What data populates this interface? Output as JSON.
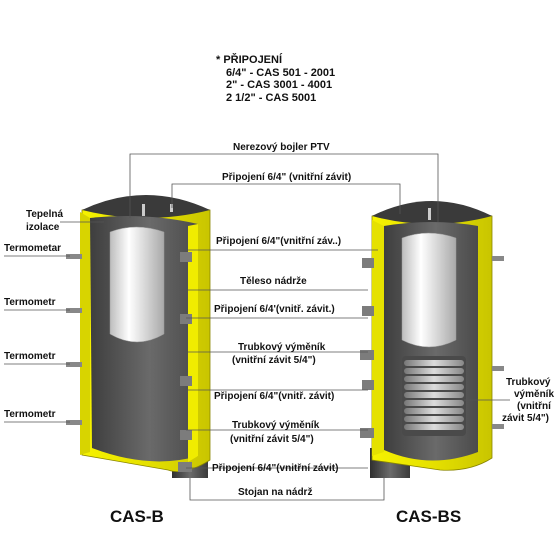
{
  "connections_note": {
    "title": "* PŘIPOJENÍ",
    "lines": [
      "6/4\" - CAS 501 - 2001",
      "2\" - CAS 3001 - 4001",
      "2 1/2\" - CAS 5001"
    ]
  },
  "labels": {
    "bojler": "Nerezový bojler  PTV",
    "pripojeni_top": "Připojení 6/4\" (vnitřní závit)",
    "tepelna_1": "Tepelná",
    "tepelna_2": "izolace",
    "pripojeni_2": "Připojení 6/4\"(vnitřní záv..)",
    "teleso": "Těleso  nádrže",
    "pripojeni_3": "Připojení 6/4'(vnitř. závit.)",
    "vymenik1_1": "Trubkový  výměník",
    "vymenik1_2": "(vnitřní závit 5/4\")",
    "pripojeni_4": "Připojení 6/4\"(vnitř. závit)",
    "vymenik2_1": "Trubkový  výměník",
    "vymenik2_2": "(vnitřní závit 5/4\")",
    "pripojeni_5": "Připojení 6/4\"(vnitřní závit)",
    "stojan": "Stojan na nádrž",
    "right_1": "Trubkový",
    "right_2": "výměník",
    "right_3": "(vnitřní",
    "right_4": "závit 5/4\")"
  },
  "thermometers": [
    "Termometar",
    "Termometr",
    "Termometr",
    "Termometr"
  ],
  "models": {
    "left": "CAS-B",
    "right": "CAS-BS"
  },
  "colors": {
    "insulation": "#e9e400",
    "cap": "#3a3a3a",
    "inner": "#5e5e5e",
    "stand": "#4a4a4a"
  }
}
